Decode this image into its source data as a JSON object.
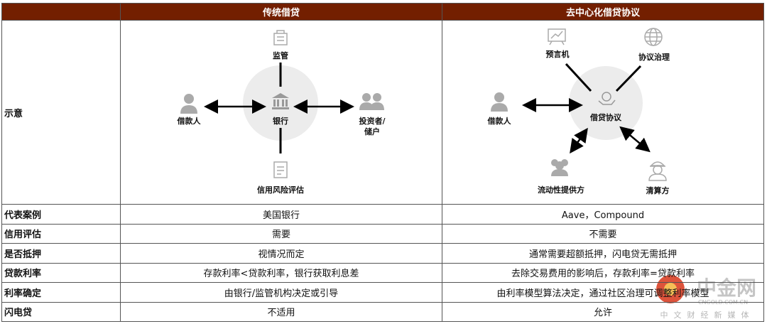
{
  "header": {
    "col1": "",
    "col2": "传统借贷",
    "col3": "去中心化借贷协议"
  },
  "diagram_row_label": "示意",
  "traditional": {
    "regulator": "监管",
    "bank": "银行",
    "borrower": "借款人",
    "investor_line1": "投资者/",
    "investor_line2": "储户",
    "credit": "信用风险评估"
  },
  "defi": {
    "oracle": "预言机",
    "governance": "协议治理",
    "borrower": "借款人",
    "protocol": "借贷协议",
    "liquidity": "流动性提供方",
    "liquidator": "清算方"
  },
  "rows": [
    {
      "label": "代表案例",
      "traditional": "美国银行",
      "defi": "Aave，Compound"
    },
    {
      "label": "信用评估",
      "traditional": "需要",
      "defi": "不需要"
    },
    {
      "label": "是否抵押",
      "traditional": "视情况而定",
      "defi": "通常需要超额抵押，闪电贷无需抵押"
    },
    {
      "label": "贷款利率",
      "traditional": "存款利率<贷款利率，银行获取利息差",
      "defi": "去除交易费用的影响后，存款利率=贷款利率"
    },
    {
      "label": "利率确定",
      "traditional": "由银行/监管机构决定或引导",
      "defi": "由利率模型算法决定，通过社区治理可调整利率模型"
    },
    {
      "label": "闪电贷",
      "traditional": "不适用",
      "defi": "允许"
    }
  ],
  "watermark": {
    "name": "中金网",
    "domain": "CNGOLD.COM.CN",
    "tagline": "中文财经新媒体"
  },
  "colors": {
    "header": "#731f00",
    "icon": "#a8a8a8",
    "circle": "#ececec"
  }
}
